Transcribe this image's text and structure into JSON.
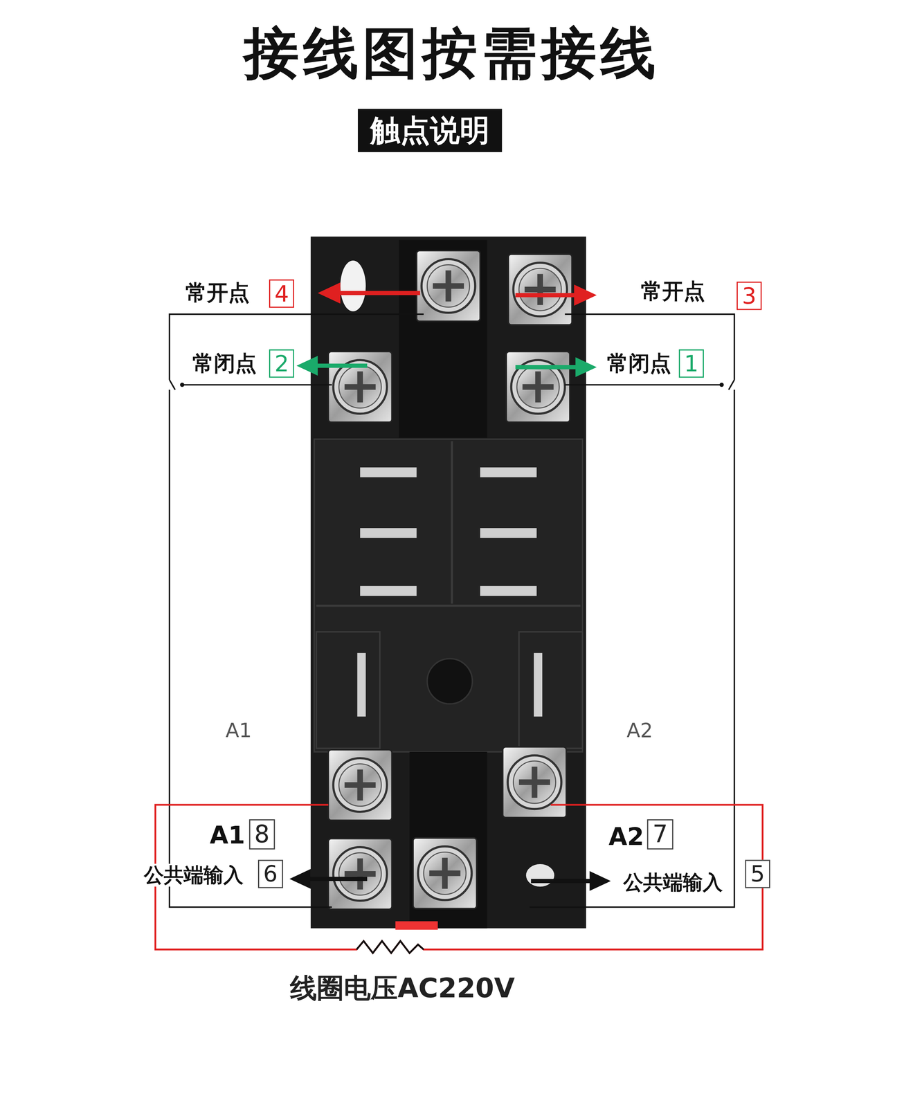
{
  "diagram": {
    "title": "接线图按需接线",
    "nodes": [
      {
        "text": [
          "触点说明"
        ]
      },
      {
        "text": [
          "4"
        ]
      },
      {
        "text": [
          "3"
        ]
      },
      {
        "text": [
          "2"
        ]
      },
      {
        "text": [
          "1"
        ]
      },
      {
        "text": [
          "8"
        ]
      },
      {
        "text": [
          "7"
        ]
      },
      {
        "text": [
          "6"
        ]
      },
      {
        "text": [
          "5"
        ]
      }
    ],
    "labels": [
      "常开点",
      "常开点",
      "常闭点",
      "常闭点",
      "A1",
      "A2",
      "A1",
      "A2",
      "公共端输入",
      "公共端输入",
      "线圈电压AC220V"
    ]
  }
}
